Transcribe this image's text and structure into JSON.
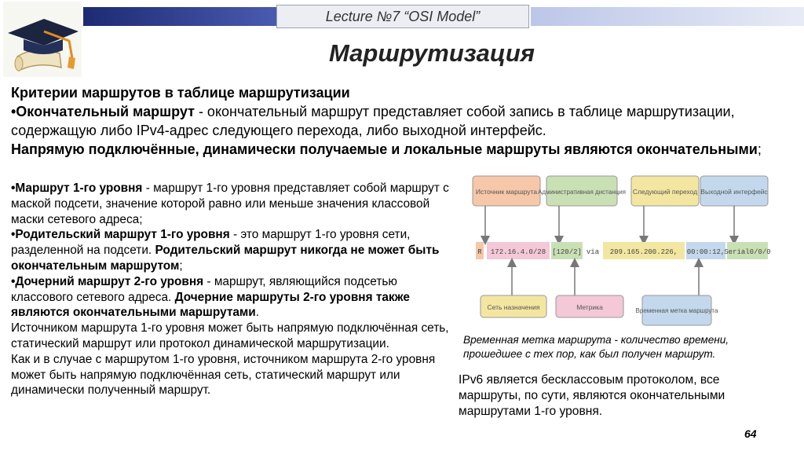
{
  "header": {
    "lecture": "Lecture  №7 “OSI Model”",
    "title": "Маршрутизация"
  },
  "top": {
    "heading": "Критерии маршрутов в таблице маршрутизации",
    "final_label": "•Окончательный маршрут",
    "final_text": " - окончательный маршрут представляет собой запись в таблице маршрутизации, содержащую либо IPv4-адрес следующего перехода, либо выходной интерфейс.",
    "bold_line": "Напрямую подключённые, динамически получаемые и локальные маршруты являются окончательными",
    "semicolon": ";"
  },
  "left": {
    "l1_bold": "•Маршрут 1-го уровня",
    "l1_text": " - маршрут 1-го уровня представляет собой маршрут с маской подсети, значение которой равно или меньше значения классовой маски сетевого адреса;",
    "p_bold": "•Родительский маршрут 1-го уровня",
    "p_text": " - это маршрут 1-го уровня сети, разделенной на подсети. ",
    "p_bold2": "Родительский маршрут никогда не может быть окончательным маршрутом",
    "p_tail": ";",
    "c_bold": "•Дочерний маршрут 2-го уровня",
    "c_text": " - маршрут, являющийся подсетью классового сетевого адреса. ",
    "c_bold2": "Дочерние маршруты 2-го уровня также являются окончательными маршрутами",
    "c_tail": ".",
    "src1": "Источником маршрута 1-го уровня может быть напрямую подключённая сеть, статический маршрут или протокол динамической маршрутизации.",
    "src2": "Как и в случае с маршрутом 1-го уровня, источником маршрута 2-го уровня может быть напрямую подключённая сеть, статический маршрут или динамически полученный маршрут."
  },
  "diagram": {
    "top_boxes": [
      "Источник маршрута",
      "Административная дистанция",
      "Следующий переход",
      "Выходной интерфейс"
    ],
    "route": {
      "r": "R",
      "net": "172.16.4.0/28",
      "ad": "[120/2]",
      "via": "via",
      "nh": "209.165.200.226,",
      "time": "00:00:12,",
      "iface": "Serial0/0/0"
    },
    "bottom_boxes": [
      "Сеть назначения",
      "Метрика",
      "Временная метка маршрута"
    ],
    "colors": {
      "orange": "#f6c7a8",
      "green": "#c9e0b5",
      "yellow": "#f3e6a1",
      "blue": "#c3d8ec",
      "pink": "#f4c8d6",
      "row": "#f2f2f2"
    }
  },
  "caption": "Временная метка маршрута - количество времени, прошедшее с тех пор, как был получен маршрут.",
  "ipv6": "IPv6 является бесклассовым протоколом, все маршруты, по сути, являются окончательными маршрутами 1-го уровня.",
  "page_number": "64"
}
